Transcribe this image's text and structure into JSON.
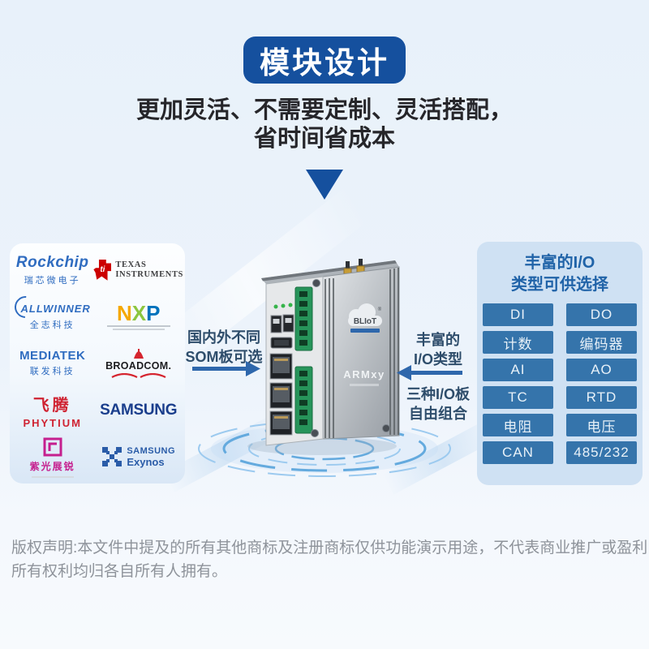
{
  "banner": {
    "label": "模块设计"
  },
  "subtitle": {
    "line1": "更加灵活、不需要定制、灵活搭配，",
    "line2": "省时间省成本"
  },
  "vendors": {
    "rockchip": {
      "name": "Rockchip",
      "sub": "瑞芯微电子"
    },
    "ti": {
      "line1": "TEXAS",
      "line2": "INSTRUMENTS"
    },
    "allwinner": {
      "name": "ALLWINNER",
      "sub": "全志科技"
    },
    "nxp": {
      "n": "N",
      "x": "X",
      "p": "P"
    },
    "mediatek": {
      "name": "MEDIATEK",
      "sub": "联发科技"
    },
    "broadcom": {
      "name": "BROADCOM."
    },
    "phytium": {
      "name": "飞腾",
      "sub": "PHYTIUM"
    },
    "samsung": {
      "name": "SAMSUNG"
    },
    "unisoc": {
      "name": "紫光展锐"
    },
    "exynos": {
      "line1": "SAMSUNG",
      "line2": "Exynos"
    }
  },
  "device": {
    "brand": "BLIoT",
    "reg": "®",
    "model": "ARMxy"
  },
  "callouts": {
    "som": {
      "line1": "国内外不同",
      "line2": "SOM板可选"
    },
    "io_type": {
      "line1": "丰富的",
      "line2": "I/O类型"
    },
    "io_board": {
      "line1": "三种I/O板",
      "line2": "自由组合"
    }
  },
  "io_panel": {
    "title_line1": "丰富的I/O",
    "title_line2": "类型可供选择",
    "buttons": [
      "DI",
      "DO",
      "计数",
      "编码器",
      "AI",
      "AO",
      "TC",
      "RTD",
      "电阻",
      "电压",
      "CAN",
      "485/232"
    ]
  },
  "footer": {
    "line1": "版权声明:本文件中提及的所有其他商标及注册商标仅供功能演示用途，不代表商业推广或盈利，",
    "line2": "所有权利均归各自所有人拥有。"
  },
  "colors": {
    "accent_dark_blue": "#15509e",
    "panel_blue": "#cfe1f3",
    "button_blue": "#3574ab",
    "title_blue": "#2063a8",
    "callout_text": "#2e4d6b",
    "arrow_blue": "#2e67ac",
    "ripple_blue": "#64aade"
  }
}
